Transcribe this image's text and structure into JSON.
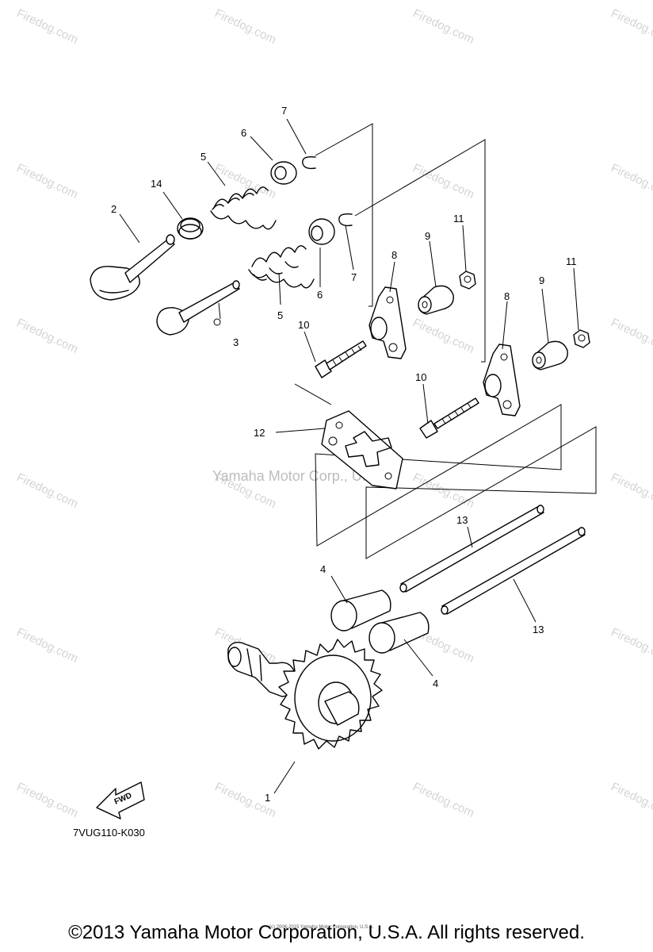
{
  "watermark": {
    "repeat_text": "Firedog.com",
    "center_text": "Yamaha Motor Corp., U.S.A."
  },
  "callouts": {
    "c1": "1",
    "c2": "2",
    "c3": "3",
    "c4a": "4",
    "c4b": "4",
    "c5a": "5",
    "c5b": "5",
    "c6a": "6",
    "c6b": "6",
    "c7a": "7",
    "c7b": "7",
    "c8a": "8",
    "c8b": "8",
    "c9a": "9",
    "c9b": "9",
    "c10a": "10",
    "c10b": "10",
    "c11a": "11",
    "c11b": "11",
    "c12": "12",
    "c13a": "13",
    "c13b": "13",
    "c14": "14"
  },
  "fwd_label": "FWD",
  "diagram_code": "7VUG110-K030",
  "tiny_credit": "(c) 2006-2015 Yamaha Motor Corporation, U.S.A.",
  "copyright": "©2013 Yamaha Motor Corporation, U.S.A. All rights reserved.",
  "colors": {
    "line": "#000000",
    "watermark": "#d4d4d4",
    "background": "#ffffff"
  }
}
